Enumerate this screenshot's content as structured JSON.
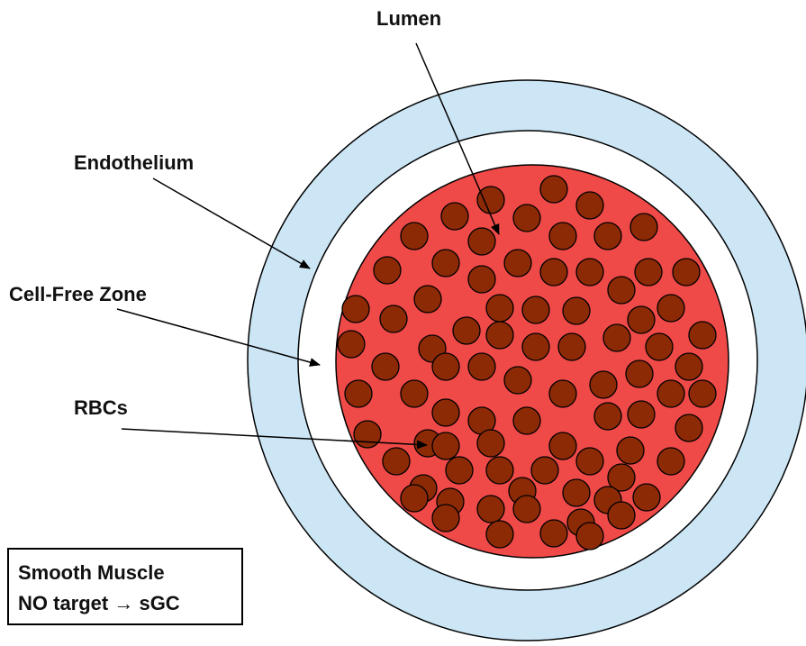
{
  "labels": {
    "lumen": "Lumen",
    "endothelium": "Endothelium",
    "cell_free_zone": "Cell-Free Zone",
    "rbcs": "RBCs"
  },
  "legend": {
    "line1": "Smooth Muscle",
    "line2": "NO target → sGC"
  },
  "colors": {
    "smooth_muscle_ring": "#cce6f6",
    "cell_free_zone": "#ffffff",
    "lumen": "#f04a48",
    "rbc_fill": "#8c2a06",
    "outline": "#000000"
  }
}
